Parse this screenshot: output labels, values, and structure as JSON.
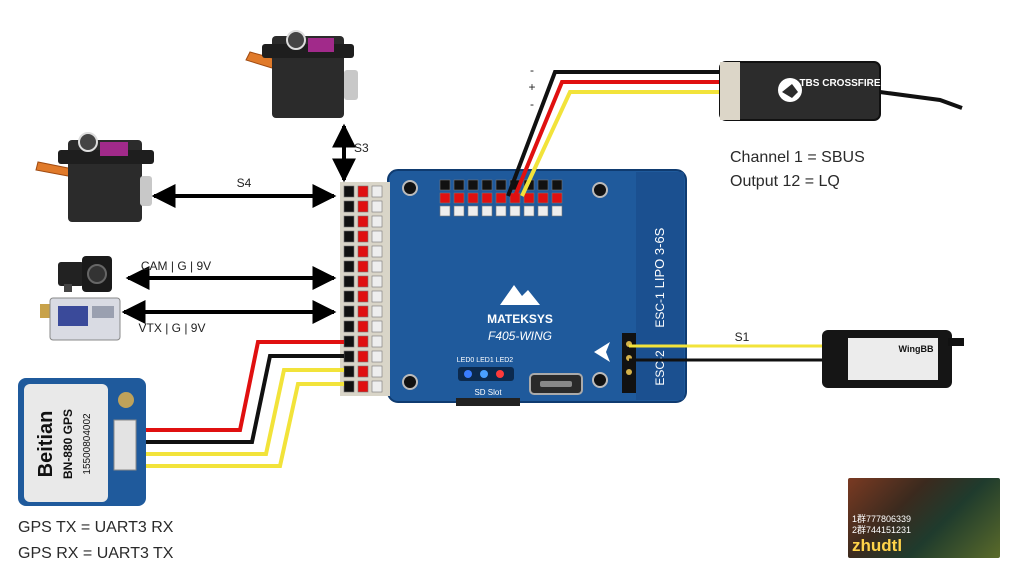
{
  "labels": {
    "s3": "S3",
    "s4": "S4",
    "s1": "S1",
    "cam": "CAM | G | 9V",
    "vtx": "VTX | G | 9V",
    "plus": "+",
    "minus": "-"
  },
  "receiver": {
    "brand": "TBS CROSSFIRE",
    "note_line1": "Channel 1 = SBUS",
    "note_line2": "Output 12 = LQ"
  },
  "board": {
    "brand": "MATEKSYS",
    "model": "F405-WING",
    "leds": "LED0 LED1 LED2",
    "sd": "SD Slot",
    "lipo": "LIPO 3-6S",
    "esc1": "ESC-1",
    "esc2": "ESC-2"
  },
  "gps": {
    "brand": "Beitian",
    "model": "BN-880 GPS",
    "serial": "15500804002",
    "note_line1": "GPS TX = UART3 RX",
    "note_line2": "GPS RX = UART3 TX"
  },
  "esc": {
    "label": "WingBB"
  },
  "overlay": {
    "line1": "1群777806339",
    "line2": "2群744151231",
    "user": "zhudtl"
  },
  "colors": {
    "board": "#1f5a9c",
    "wire_red": "#e01010",
    "wire_black": "#111111",
    "wire_yellow": "#f2e33a"
  }
}
